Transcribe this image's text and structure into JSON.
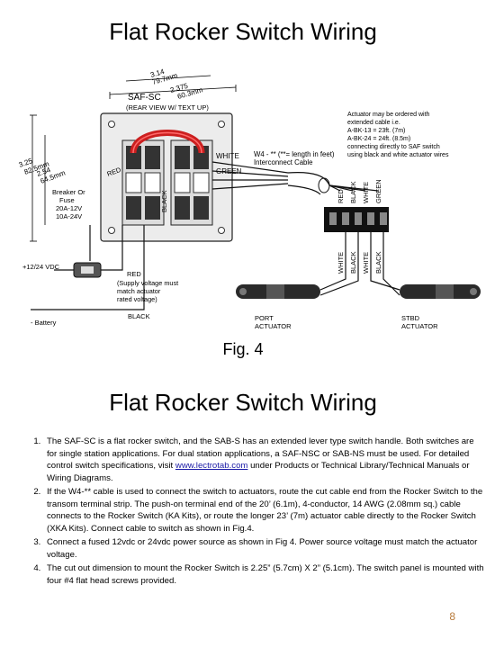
{
  "title_top": "Flat Rocker Switch Wiring",
  "title_bottom": "Flat Rocker Switch Wiring",
  "figure_caption": "Fig. 4",
  "page_number": "8",
  "diagram": {
    "dim_top_a": "3.14",
    "dim_top_a2": "79.7mm",
    "dim_top_b": "2.375",
    "dim_top_b2": "60.3mm",
    "switch_model": "SAF-SC",
    "rear_view": "(REAR VIEW  W/ TEXT UP)",
    "dim_side_a": "3.25",
    "dim_side_a2": "82.5mm",
    "dim_side_b": "2.54",
    "dim_side_b2": "64.5mm",
    "breaker_lines": [
      "Breaker Or",
      "Fuse",
      "20A-12V",
      "10A-24V"
    ],
    "supply_label": "+12/24 VDC",
    "battery_label": "- Battery",
    "red_label": "RED",
    "black_label": "BLACK",
    "white_label": "WHITE",
    "green_label": "GREEN",
    "supply_note": [
      "(Supply voltage must",
      "match actuator",
      "rated voltage)"
    ],
    "cable_label": [
      "W4 - ** (**= length in feet)",
      "Interconnect Cable"
    ],
    "actuator_note": [
      "Actuator may be ordered with",
      "extended cable i.e.",
      "A-BK-13 = 23ft. (7m)",
      "A-BK-24 = 24ft. (8.5m)",
      "connecting directly to SAF switch",
      "using black and white actuator wires"
    ],
    "terminal_top_labels": [
      "RED",
      "BLACK",
      "WHITE",
      "GREEN"
    ],
    "terminal_bottom_labels": [
      "WHITE",
      "BLACK",
      "WHITE",
      "BLACK"
    ],
    "port_actuator": [
      "PORT",
      "ACTUATOR"
    ],
    "stbd_actuator": [
      "STBD",
      "ACTUATOR"
    ]
  },
  "instructions": [
    {
      "parts": [
        "The SAF-SC is a flat rocker switch, and the SAB-S has an extended lever type switch handle. Both switches are for single station applications.  For dual station applications, a SAF-NSC or SAB-NS must be used. For detailed control switch specifications, visit ",
        "www.lectrotab.com",
        " under Products or Technical Library/Technical Manuals or Wiring Diagrams."
      ]
    },
    {
      "text": "If the W4-** cable is used to connect the switch to actuators, route the cut cable end from the Rocker Switch to the transom terminal strip. The push-on terminal end of the 20’ (6.1m), 4-conductor, 14 AWG (2.08mm sq.) cable  connects to the Rocker Switch (KA Kits), or route the longer 23’ (7m) actuator cable directly to the Rocker Switch (XKA Kits). Connect cable to switch as shown in Fig.4."
    },
    {
      "text": "Connect a fused 12vdc or 24vdc power source as shown in Fig 4. Power source voltage must match the actuator voltage."
    },
    {
      "text": "The cut out dimension to mount the Rocker Switch is 2.25” (5.7cm) X 2” (5.1cm).  The switch panel is mounted with four #4 flat head screws provided."
    }
  ],
  "colors": {
    "red_wire": "#cc1f1f",
    "plate": "#ececec",
    "link": "#1a1aa6",
    "page_number": "#b87a3a"
  }
}
